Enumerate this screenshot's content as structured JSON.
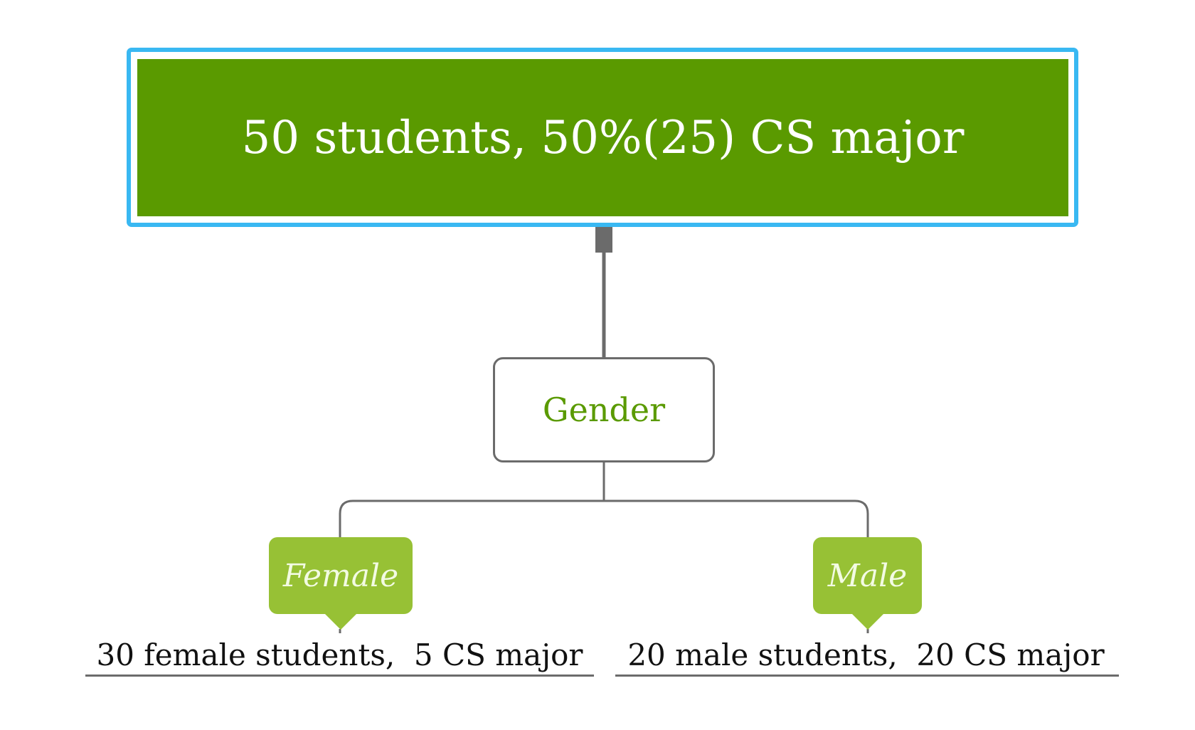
{
  "root": {
    "label": "50 students, 50%(25) CS major"
  },
  "split": {
    "label": "Gender"
  },
  "branches": [
    {
      "label": "Female",
      "leaf": "30 female students,  5 CS major"
    },
    {
      "label": "Male",
      "leaf": "20 male students,  20 CS major"
    }
  ],
  "colors": {
    "root_fill": "#5a9a00",
    "selection_border": "#39b8f2",
    "split_text": "#5a9a00",
    "branch_fill": "#97c135",
    "connector": "#6b6b6b"
  }
}
